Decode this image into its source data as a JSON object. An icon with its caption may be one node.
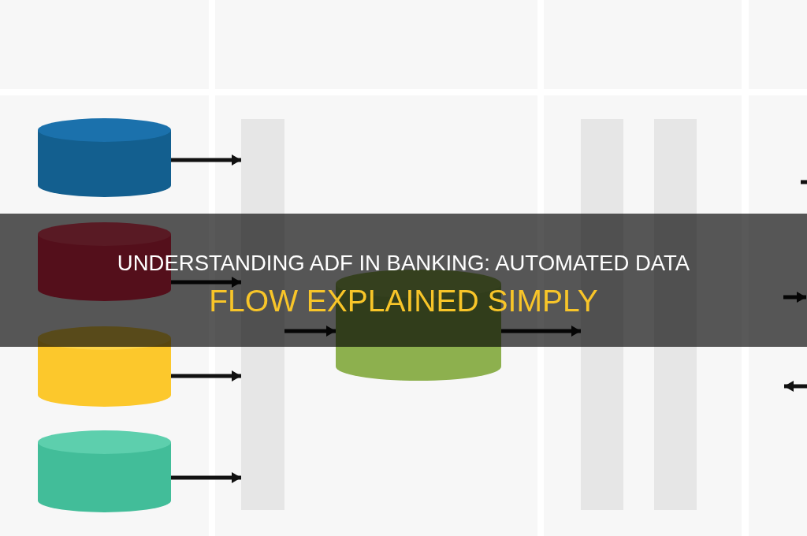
{
  "diagram": {
    "title": "UNDERSTANDING ADF IN BANKING: AUTOMATED DATA FLOW EXPLAINED SIMPLY",
    "nodes": [
      {
        "text": [],
        "shape": "cylinder"
      },
      {
        "text": [],
        "shape": "cylinder"
      },
      {
        "text": [],
        "shape": "cylinder"
      },
      {
        "text": [],
        "shape": "cylinder"
      },
      {
        "text": [],
        "shape": "bar"
      },
      {
        "text": [],
        "shape": "cylinder"
      },
      {
        "text": [],
        "shape": "bar"
      },
      {
        "text": [],
        "shape": "bar"
      }
    ],
    "edges": [
      {
        "from": 0,
        "to": 4,
        "arrow": "to"
      },
      {
        "from": 1,
        "to": 4,
        "arrow": "to"
      },
      {
        "from": 2,
        "to": 4,
        "arrow": "to"
      },
      {
        "from": 3,
        "to": 4,
        "arrow": "to"
      },
      {
        "from": 4,
        "to": 5,
        "arrow": "to"
      },
      {
        "from": 5,
        "to": 6,
        "arrow": "to"
      }
    ]
  }
}
